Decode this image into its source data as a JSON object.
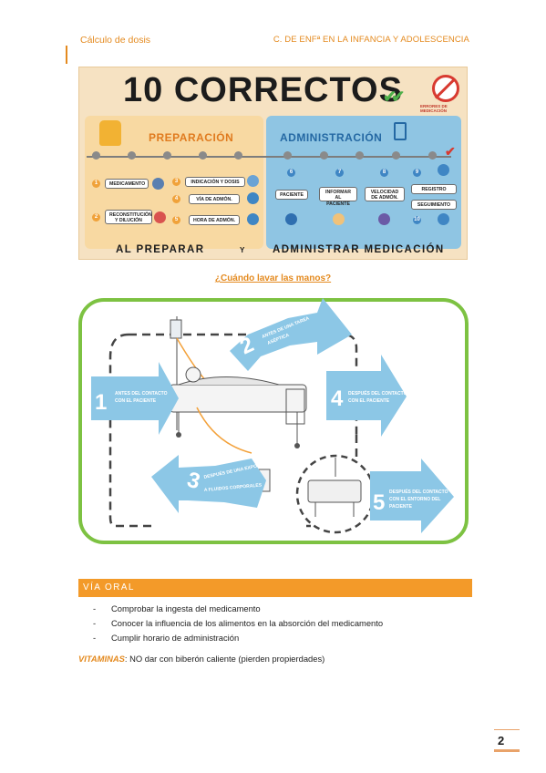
{
  "header": {
    "left": "Cálculo de dosis",
    "right": "C. DE ENFª EN LA INFANCIA Y ADOLESCENCIA"
  },
  "infographic": {
    "title": "10 CORRECTOS",
    "badge_text": "Errores de medicación",
    "preparacion_title": "PREPARACIÓN",
    "administracion_title": "ADMINISTRACIÓN",
    "numbers": [
      "1",
      "2",
      "3",
      "4",
      "5",
      "6",
      "7",
      "8",
      "9",
      "10"
    ],
    "items": {
      "medicamento": "MEDICAMENTO",
      "reconstitucion": "RECONSTITUCIÓN Y DILUCIÓN",
      "indicacion": "INDICACIÓN Y DOSIS",
      "via": "VÍA DE ADMÓN.",
      "hora": "HORA DE ADMÓN.",
      "paciente": "PACIENTE",
      "informar": "INFORMAR AL PACIENTE",
      "velocidad": "VELOCIDAD DE ADMÓN.",
      "registro": "REGISTRO",
      "seguimiento": "SEGUIMIENTO"
    },
    "footer_left": "AL PREPARAR",
    "footer_mid": "Y",
    "footer_right": "ADMINISTRAR MEDICACIÓN"
  },
  "hands_title": "¿Cuándo lavar las manos?",
  "hands": {
    "m1_num": "1",
    "m1_text_a": "ANTES DEL CONTACTO",
    "m1_text_b": "CON EL PACIENTE",
    "m2_num": "2",
    "m2_text_a": "ANTES DE UNA TAREA",
    "m2_text_b": "ASÉPTICA",
    "m3_num": "3",
    "m3_text_a": "DESPUÉS DE UNA EXPOSICIÓN",
    "m3_text_b": "A FLUIDOS CORPORALES",
    "m4_num": "4",
    "m4_text_a": "DESPUÉS DEL CONTACTO",
    "m4_text_b": "CON EL PACIENTE",
    "m5_num": "5",
    "m5_text_a": "DESPUÉS DEL CONTACTO",
    "m5_text_b": "CON EL ENTORNO DEL",
    "m5_text_c": "PACIENTE"
  },
  "section": {
    "title": "VÍA ORAL",
    "items": [
      "Comprobar la ingesta del medicamento",
      "Conocer la influencia de los alimentos en la absorción del medicamento",
      "Cumplir horario de administración"
    ],
    "vitaminas_key": "VITAMINAS",
    "vitaminas_text": ": NO dar con biberón caliente (pierden propierdades)"
  },
  "page_number": "2",
  "colors": {
    "accent": "#e48a1f",
    "section": "#f39a29",
    "arrow": "#8cc7e6",
    "frame": "#7dc242"
  }
}
